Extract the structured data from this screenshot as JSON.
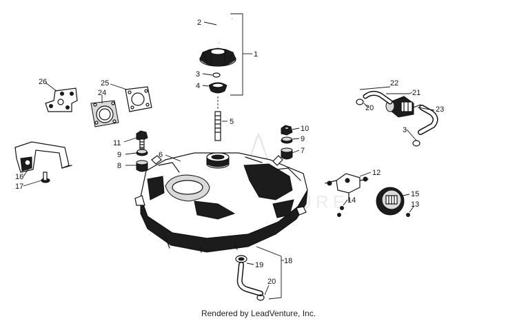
{
  "diagram": {
    "callouts": [
      {
        "id": "c1",
        "label": "1"
      },
      {
        "id": "c2",
        "label": "2"
      },
      {
        "id": "c3a",
        "label": "3"
      },
      {
        "id": "c3b",
        "label": "3"
      },
      {
        "id": "c4",
        "label": "4"
      },
      {
        "id": "c5",
        "label": "5"
      },
      {
        "id": "c6",
        "label": "6"
      },
      {
        "id": "c7",
        "label": "7"
      },
      {
        "id": "c8",
        "label": "8"
      },
      {
        "id": "c9a",
        "label": "9"
      },
      {
        "id": "c9b",
        "label": "9"
      },
      {
        "id": "c10",
        "label": "10"
      },
      {
        "id": "c11",
        "label": "11"
      },
      {
        "id": "c12",
        "label": "12"
      },
      {
        "id": "c13",
        "label": "13"
      },
      {
        "id": "c14",
        "label": "14"
      },
      {
        "id": "c15",
        "label": "15"
      },
      {
        "id": "c16",
        "label": "16"
      },
      {
        "id": "c17",
        "label": "17"
      },
      {
        "id": "c18",
        "label": "18"
      },
      {
        "id": "c19",
        "label": "19"
      },
      {
        "id": "c20a",
        "label": "20"
      },
      {
        "id": "c20b",
        "label": "20"
      },
      {
        "id": "c21",
        "label": "21"
      },
      {
        "id": "c22",
        "label": "22"
      },
      {
        "id": "c23",
        "label": "23"
      },
      {
        "id": "c24",
        "label": "24"
      },
      {
        "id": "c25",
        "label": "25"
      },
      {
        "id": "c26",
        "label": "26"
      }
    ],
    "watermark_text": "LEADVENTURE",
    "credit": "Rendered by LeadVenture, Inc."
  }
}
